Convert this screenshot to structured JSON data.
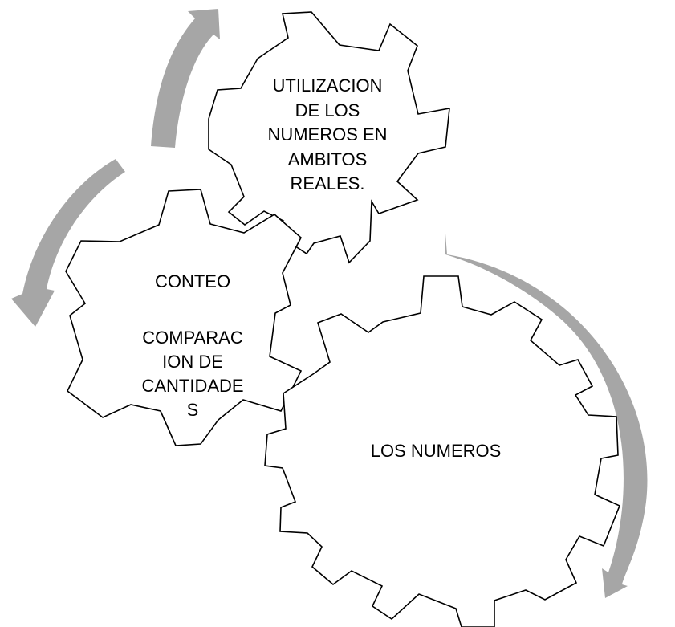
{
  "diagram": {
    "type": "gear-cycle",
    "gears": [
      {
        "id": "utilizacion",
        "label": "UTILIZACION\nDE LOS\nNUMEROS EN\nAMBITOS\nREALES."
      },
      {
        "id": "conteo",
        "label_top": "CONTEO",
        "label_bottom": "COMPARAC\nION DE\nCANTIDADE\nS"
      },
      {
        "id": "numeros",
        "label": "LOS NUMEROS"
      }
    ],
    "arrows": 3,
    "colors": {
      "gear_fill": "#ffffff",
      "gear_stroke": "#000000",
      "arrow": "#a6a6a6"
    }
  }
}
